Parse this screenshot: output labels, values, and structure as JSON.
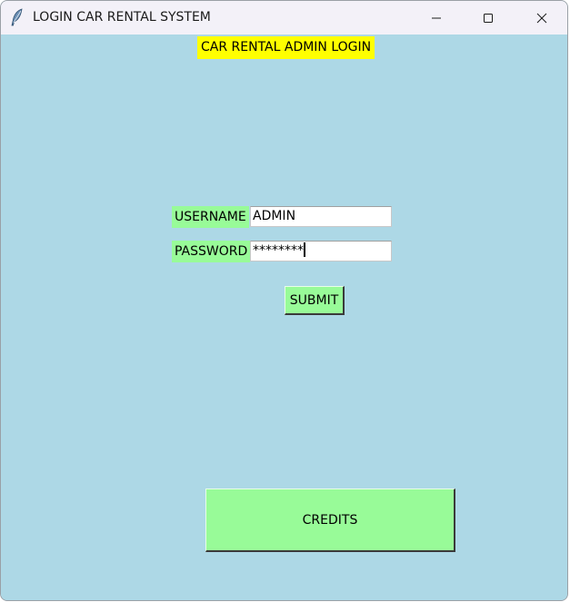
{
  "window": {
    "title": "LOGIN CAR RENTAL SYSTEM",
    "icon": "feather-icon"
  },
  "header": {
    "label": "CAR RENTAL ADMIN LOGIN"
  },
  "form": {
    "username_label": "USERNAME",
    "username_value": "ADMIN",
    "password_label": "PASSWORD",
    "password_masked": "********",
    "submit_label": "SUBMIT"
  },
  "credits": {
    "label": "CREDITS"
  },
  "colors": {
    "background": "#add8e6",
    "label_bg": "#98fb98",
    "header_bg": "#ffff00"
  }
}
